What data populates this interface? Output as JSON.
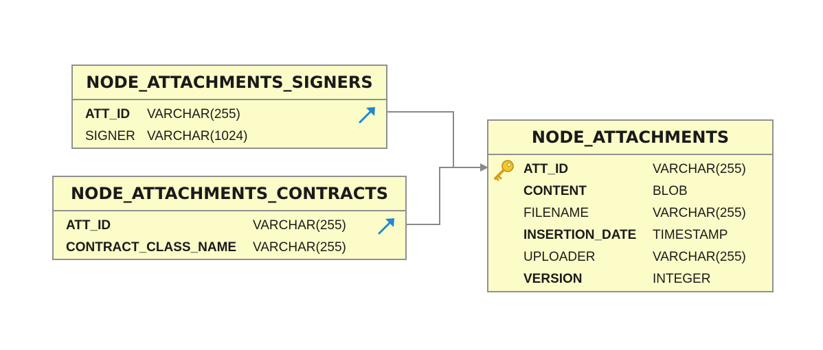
{
  "tables": {
    "signers": {
      "name": "NODE_ATTACHMENTS_SIGNERS",
      "columns": [
        {
          "name": "ATT_ID",
          "type": "VARCHAR(255)",
          "bold": true
        },
        {
          "name": "SIGNER",
          "type": "VARCHAR(1024)",
          "bold": false
        }
      ]
    },
    "contracts": {
      "name": "NODE_ATTACHMENTS_CONTRACTS",
      "columns": [
        {
          "name": "ATT_ID",
          "type": "VARCHAR(255)",
          "bold": true
        },
        {
          "name": "CONTRACT_CLASS_NAME",
          "type": "VARCHAR(255)",
          "bold": true
        }
      ]
    },
    "attachments": {
      "name": "NODE_ATTACHMENTS",
      "columns": [
        {
          "name": "ATT_ID",
          "type": "VARCHAR(255)",
          "bold": true
        },
        {
          "name": "CONTENT",
          "type": "BLOB",
          "bold": true
        },
        {
          "name": "FILENAME",
          "type": "VARCHAR(255)",
          "bold": false
        },
        {
          "name": "INSERTION_DATE",
          "type": "TIMESTAMP",
          "bold": true
        },
        {
          "name": "UPLOADER",
          "type": "VARCHAR(255)",
          "bold": false
        },
        {
          "name": "VERSION",
          "type": "INTEGER",
          "bold": true
        }
      ]
    }
  },
  "icons": {
    "foreign_key": "foreign-key-arrow-icon",
    "primary_key": "key-icon"
  },
  "colors": {
    "table_fill": "#fcfcc8",
    "table_border": "#909090",
    "connector": "#888888",
    "fk_arrow": "#1e88d0",
    "key_gold": "#e8b820"
  }
}
